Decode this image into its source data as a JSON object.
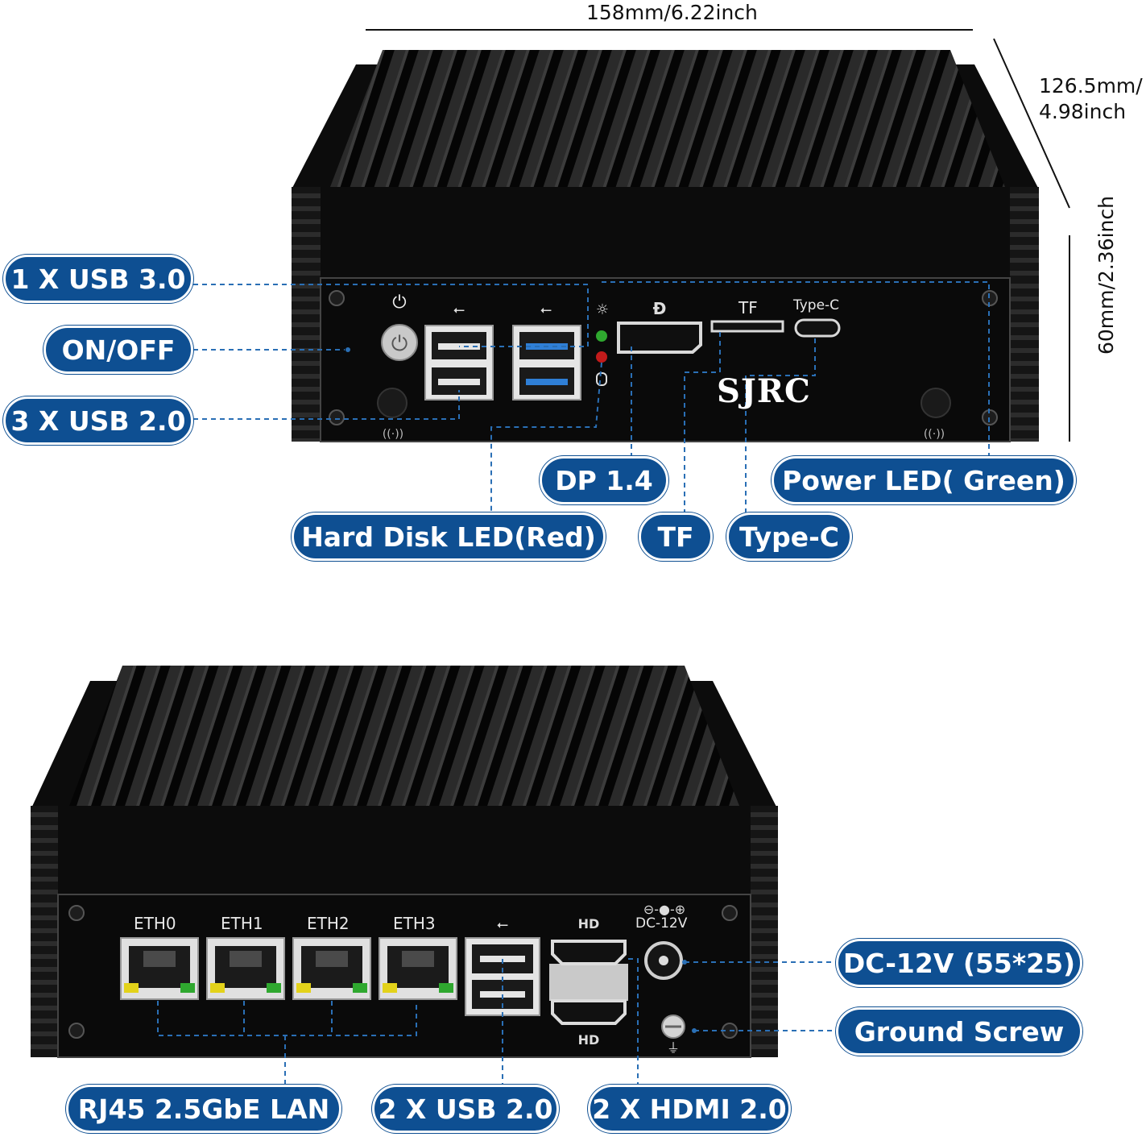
{
  "dimensions": {
    "width_label": "158mm/6.22inch",
    "depth_label_line1": "126.5mm/",
    "depth_label_line2": "4.98inch",
    "height_label": "60mm/2.36inch"
  },
  "front_panel": {
    "brand": "SJRC",
    "port_labels": {
      "tf": "TF",
      "type_c": "Type-C"
    },
    "callouts": {
      "usb3": "1 X USB 3.0",
      "on_off": "ON/OFF",
      "usb2": "3 X USB 2.0",
      "dp": "DP 1.4",
      "power_led": "Power LED( Green)",
      "hdd_led": "Hard Disk LED(Red)",
      "tf": "TF",
      "type_c": "Type-C"
    }
  },
  "rear_panel": {
    "port_labels": {
      "eth0": "ETH0",
      "eth1": "ETH1",
      "eth2": "ETH2",
      "eth3": "ETH3",
      "dc": "DC-12V"
    },
    "callouts": {
      "dc": "DC-12V (55*25)",
      "ground": "Ground Screw",
      "lan": "RJ45 2.5GbE LAN",
      "usb2": "2 X USB 2.0",
      "hdmi": "2 X HDMI 2.0"
    }
  },
  "colors": {
    "callout_fill": "#0e4f92",
    "leader_line": "#2a6fb5",
    "chassis": "#0c0c0c",
    "usb3_blue": "#2f7fd6",
    "led_green": "#2fa82f",
    "led_red": "#c21b1b",
    "lan_led_yellow": "#e3d21a"
  }
}
